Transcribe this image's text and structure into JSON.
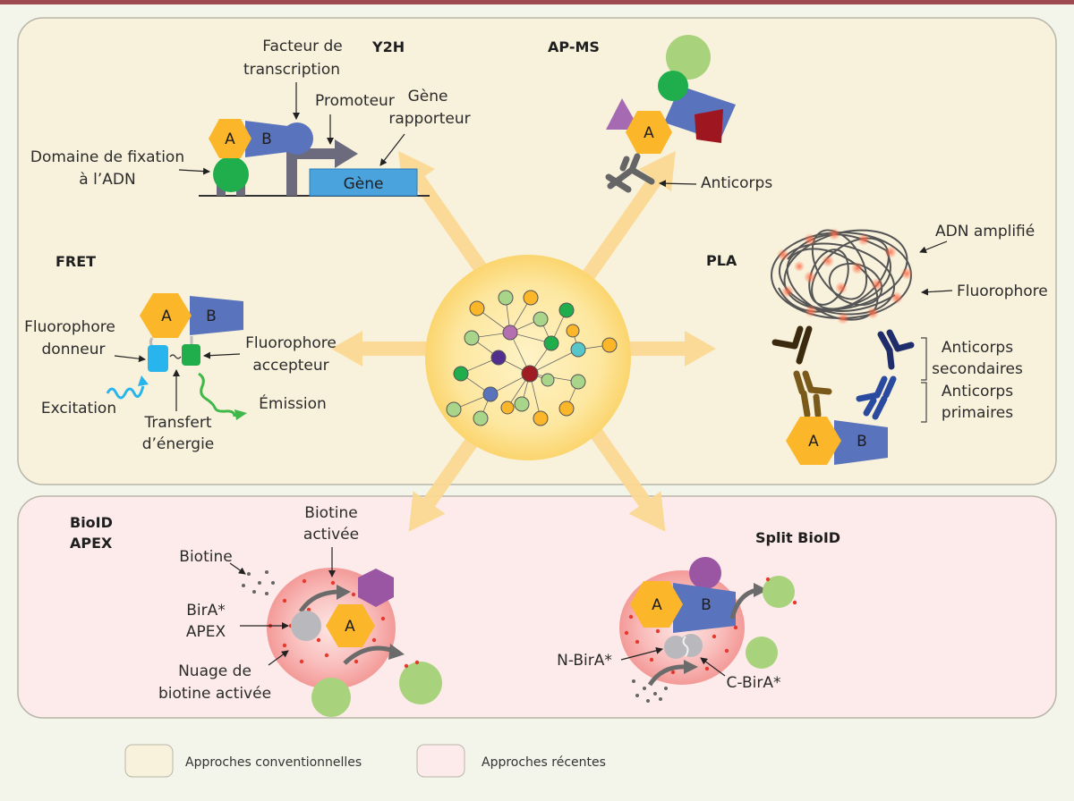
{
  "colors": {
    "conventional_panel": "#f8f2dc",
    "recent_panel": "#fcebea",
    "protein_a": "#fbb62a",
    "protein_b": "#5a73bd",
    "green": "#a8d27c",
    "dark_green": "#1fae4b",
    "grey": "#6b6b6b"
  },
  "sections": {
    "y2h": {
      "title": "Y2H",
      "protein_a": "A",
      "protein_b": "B",
      "tf_line1": "Facteur de",
      "tf_line2": "transcription",
      "promoter": "Promoteur",
      "reporter_line1": "Gène",
      "reporter_line2": "rapporteur",
      "dbd_line1": "Domaine de fixation",
      "dbd_line2": "à l’ADN",
      "gene": "Gène"
    },
    "apms": {
      "title": "AP-MS",
      "protein_a": "A",
      "antibody": "Anticorps"
    },
    "fret": {
      "title": "FRET",
      "protein_a": "A",
      "protein_b": "B",
      "donor_line1": "Fluorophore",
      "donor_line2": "donneur",
      "acceptor_line1": "Fluorophore",
      "acceptor_line2": "accepteur",
      "excitation": "Excitation",
      "transfer_line1": "Transfert",
      "transfer_line2": "d’énergie",
      "emission": "Émission"
    },
    "pla": {
      "title": "PLA",
      "amplified_dna": "ADN amplifié",
      "fluorophore": "Fluorophore",
      "secondary_line1": "Anticorps",
      "secondary_line2": "secondaires",
      "primary_line1": "Anticorps",
      "primary_line2": "primaires",
      "protein_a": "A",
      "protein_b": "B"
    },
    "bioid": {
      "title_line1": "BioID",
      "title_line2": "APEX",
      "biotin": "Biotine",
      "activated_line1": "Biotine",
      "activated_line2": "activée",
      "enzyme_line1": "BirA*",
      "enzyme_line2": "APEX",
      "cloud_line1": "Nuage de",
      "cloud_line2": "biotine activée",
      "protein_a": "A"
    },
    "split_bioid": {
      "title": "Split BioID",
      "protein_a": "A",
      "protein_b": "B",
      "n_bira": "N-BirA*",
      "c_bira": "C-BirA*"
    }
  },
  "legend": {
    "conventional": "Approches conventionnelles",
    "recent": "Approches récentes"
  }
}
